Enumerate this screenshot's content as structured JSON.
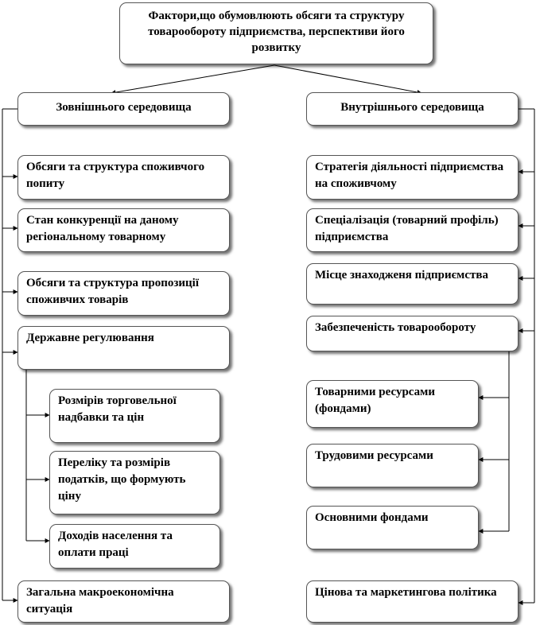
{
  "root": {
    "title": "Фактори,що обумовлюють обсяги та структуру товарообороту підприємства, перспективи його розвитку"
  },
  "external": {
    "header": "Зовнішнього середовища",
    "items": [
      "Обсяги та структура споживчого попиту",
      "Стан конкуренції на даному регіональному товарному",
      "Обсяги та структура пропозиції споживчих товарів",
      "Державне регулювання"
    ],
    "sub_items": [
      "Розмірів торговельної надбавки та цін",
      "Переліку та розмірів податків, що формують ціну",
      "Доходів населення та оплати праці"
    ],
    "last": "Загальна макроекономічна ситуація"
  },
  "internal": {
    "header": "Внутрішнього середовища",
    "items": [
      "Стратегія діяльності підприємства на споживчому",
      "Спеціалізація (товарний профіль) підприємства",
      "Місце знаходженя підприємства",
      "Забезпеченість товарообороту"
    ],
    "sub_items": [
      "Товарними ресурсами (фондами)",
      "Трудовими ресурсами",
      "Основними фондами"
    ],
    "last": "Цінова та маркетингова політика"
  }
}
